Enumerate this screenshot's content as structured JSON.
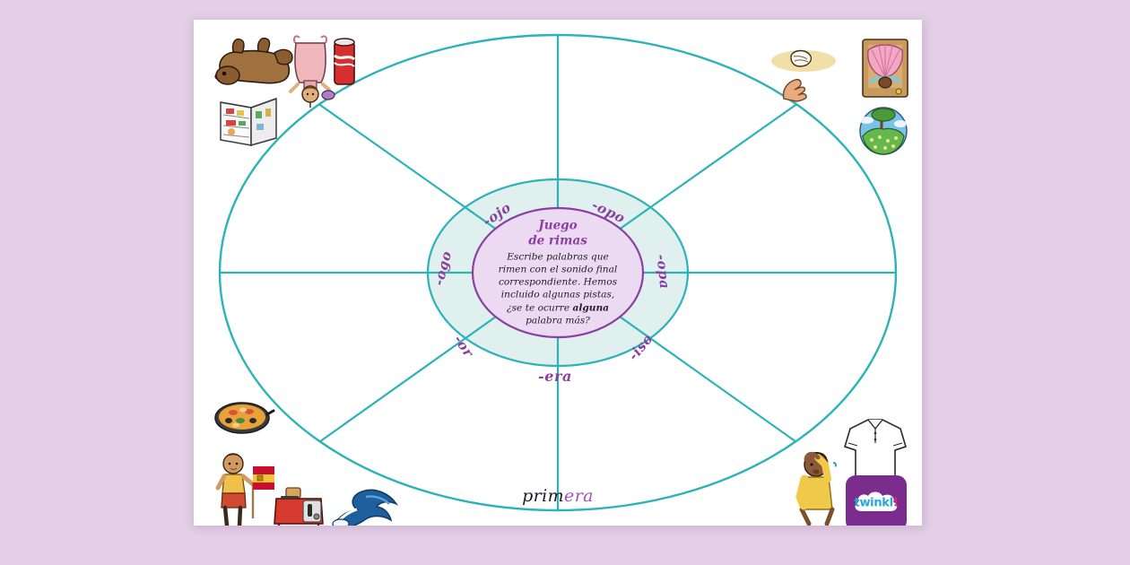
{
  "background_color": "#e4cfe6",
  "page": {
    "background_color": "#ffffff",
    "wheel": {
      "line_color": "#2bb3b8",
      "outer_ellipse_label": "outer-wheel-ring",
      "inner_ring_fill": "#dff0ee",
      "center_fill": "#ecd9f2",
      "center_stroke": "#8b3fa0",
      "spoke_count": 8
    },
    "center": {
      "title_line1": "Juego",
      "title_line2": "de rimas",
      "body_line1": "Escribe palabras que",
      "body_line2": "rimen con el sonido final",
      "body_line3": "correspondiente. Hemos",
      "body_line4": "incluido algunas pistas,",
      "body_line5_pre": "¿se te ocurre ",
      "body_line5_bold": "alguna",
      "body_line6": "palabra más?"
    },
    "segment_labels": [
      {
        "text": "-ojo",
        "name": "segment-label-ojo"
      },
      {
        "text": "-opo",
        "name": "segment-label-opo"
      },
      {
        "text": "-opa",
        "name": "segment-label-opa"
      },
      {
        "text": "-iso",
        "name": "segment-label-iso"
      },
      {
        "text": "-era",
        "name": "segment-label-era"
      },
      {
        "text": "-or",
        "name": "segment-label-or"
      },
      {
        "text": "-ogo",
        "name": "segment-label-ogo"
      }
    ],
    "bottom_word": {
      "prefix": "prim",
      "highlight": "era"
    },
    "clipart": [
      {
        "name": "bear-illustration",
        "alt": "oso"
      },
      {
        "name": "person-apron-illustration",
        "alt": "persona con delantal"
      },
      {
        "name": "red-can-illustration",
        "alt": "lata roja"
      },
      {
        "name": "fridge-illustration",
        "alt": "frigorífico"
      },
      {
        "name": "shell-hand-illustration",
        "alt": "concha y mano"
      },
      {
        "name": "fan-chair-illustration",
        "alt": "abanico rosa"
      },
      {
        "name": "globe-tree-illustration",
        "alt": "globo terráqueo con árbol"
      },
      {
        "name": "paella-illustration",
        "alt": "paella"
      },
      {
        "name": "girl-flag-illustration",
        "alt": "niña con bandera de España"
      },
      {
        "name": "toaster-illustration",
        "alt": "tostadora"
      },
      {
        "name": "wave-illustration",
        "alt": "ola"
      },
      {
        "name": "boy-thinking-illustration",
        "alt": "niño pensando"
      },
      {
        "name": "shirt-illustration",
        "alt": "camisa"
      }
    ],
    "logo": {
      "word": "twinkl",
      "bang": "!",
      "badge_color": "#7b2d8e",
      "word_color": "#21a8df"
    }
  }
}
